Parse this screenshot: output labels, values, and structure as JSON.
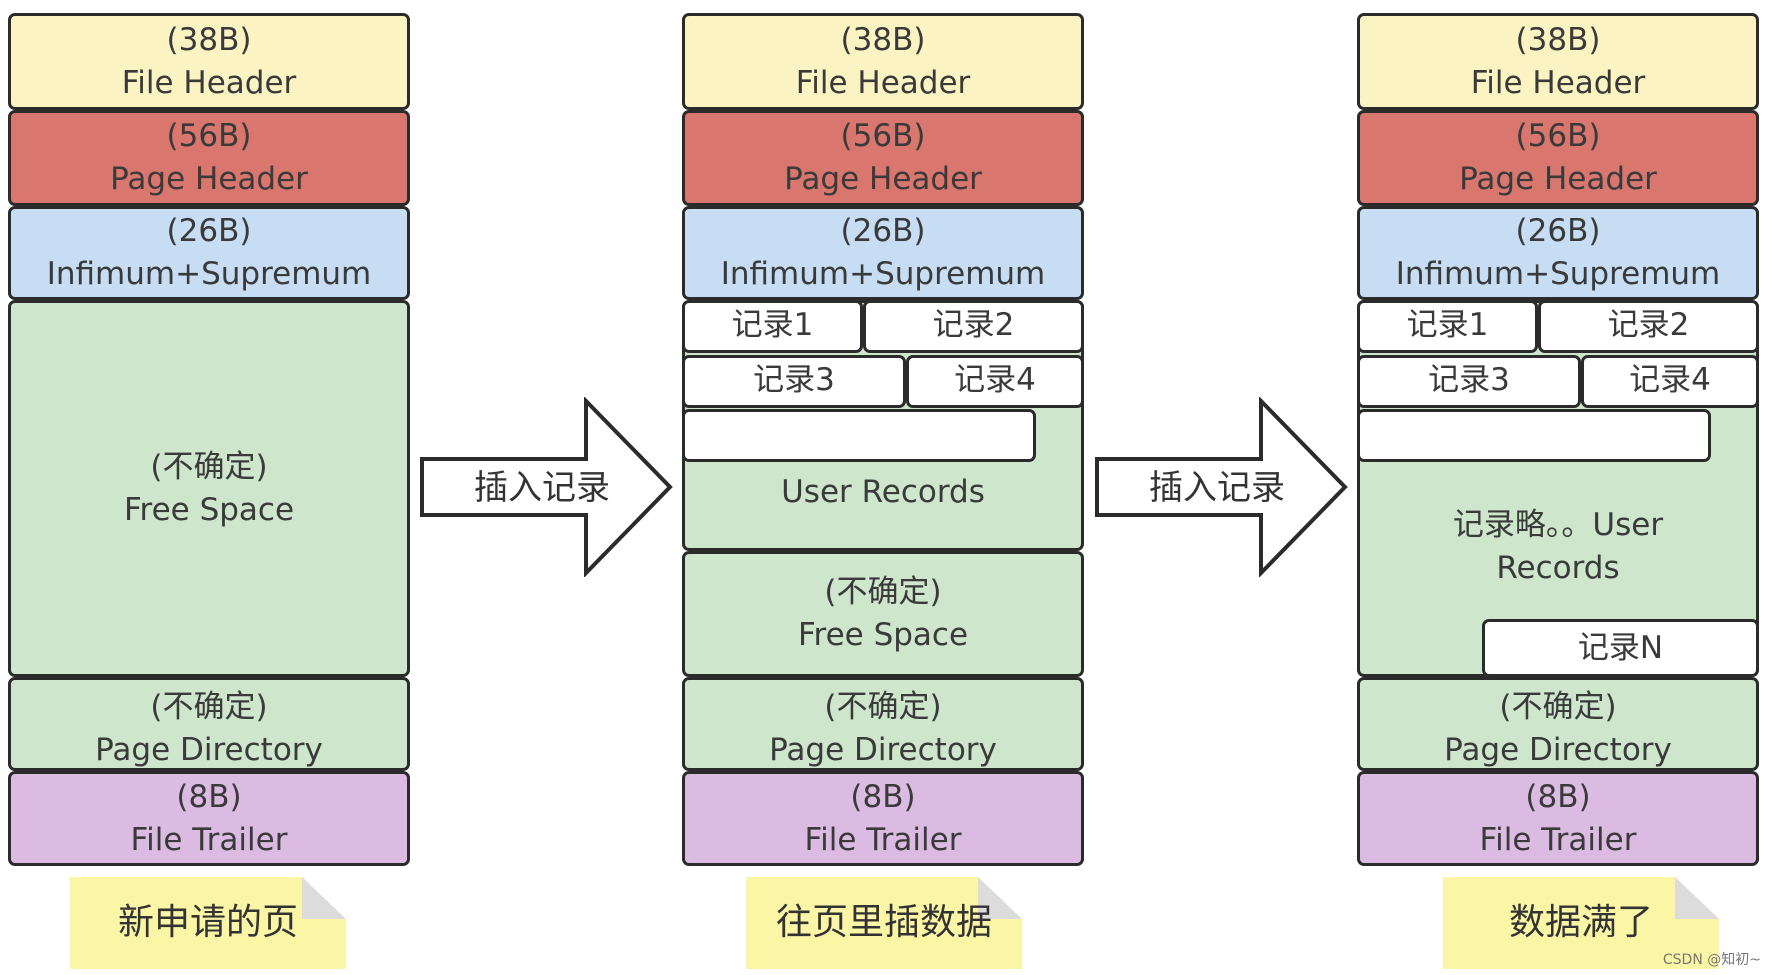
{
  "pages": [
    {
      "file_header": {
        "size": "(38B)",
        "name": "File Header"
      },
      "page_header": {
        "size": "(56B)",
        "name": "Page Header"
      },
      "inf_sup": {
        "size": "(26B)",
        "name": "Infimum+Supremum"
      },
      "free_space": {
        "size": "(不确定)",
        "name": "Free Space"
      },
      "page_directory": {
        "size": "(不确定)",
        "name": "Page Directory"
      },
      "file_trailer": {
        "size": "(8B)",
        "name": "File Trailer"
      },
      "note": "新申请的页"
    },
    {
      "file_header": {
        "size": "(38B)",
        "name": "File Header"
      },
      "page_header": {
        "size": "(56B)",
        "name": "Page Header"
      },
      "inf_sup": {
        "size": "(26B)",
        "name": "Infimum+Supremum"
      },
      "records": [
        "记录1",
        "记录2",
        "记录3",
        "记录4"
      ],
      "user_records_label": "User Records",
      "free_space": {
        "size": "(不确定)",
        "name": "Free Space"
      },
      "page_directory": {
        "size": "(不确定)",
        "name": "Page Directory"
      },
      "file_trailer": {
        "size": "(8B)",
        "name": "File Trailer"
      },
      "note": "往页里插数据"
    },
    {
      "file_header": {
        "size": "(38B)",
        "name": "File Header"
      },
      "page_header": {
        "size": "(56B)",
        "name": "Page Header"
      },
      "inf_sup": {
        "size": "(26B)",
        "name": "Infimum+Supremum"
      },
      "records": [
        "记录1",
        "记录2",
        "记录3",
        "记录4"
      ],
      "user_records_label_line1": "记录略。。User",
      "user_records_label_line2": "Records",
      "record_n": "记录N",
      "page_directory": {
        "size": "(不确定)",
        "name": "Page Directory"
      },
      "file_trailer": {
        "size": "(8B)",
        "name": "File Trailer"
      },
      "note": "数据满了"
    }
  ],
  "arrows": [
    "插入记录",
    "插入记录"
  ],
  "watermark": "CSDN @知初~",
  "colors": {
    "file_header": "#fbf4c2",
    "page_header": "#d9776f",
    "inf_sup": "#c6ddf4",
    "free_space": "#cde6cc",
    "page_directory": "#cde6cc",
    "file_trailer": "#dbbbe1",
    "note": "#fbf5a6",
    "border": "#2b2b2b"
  }
}
